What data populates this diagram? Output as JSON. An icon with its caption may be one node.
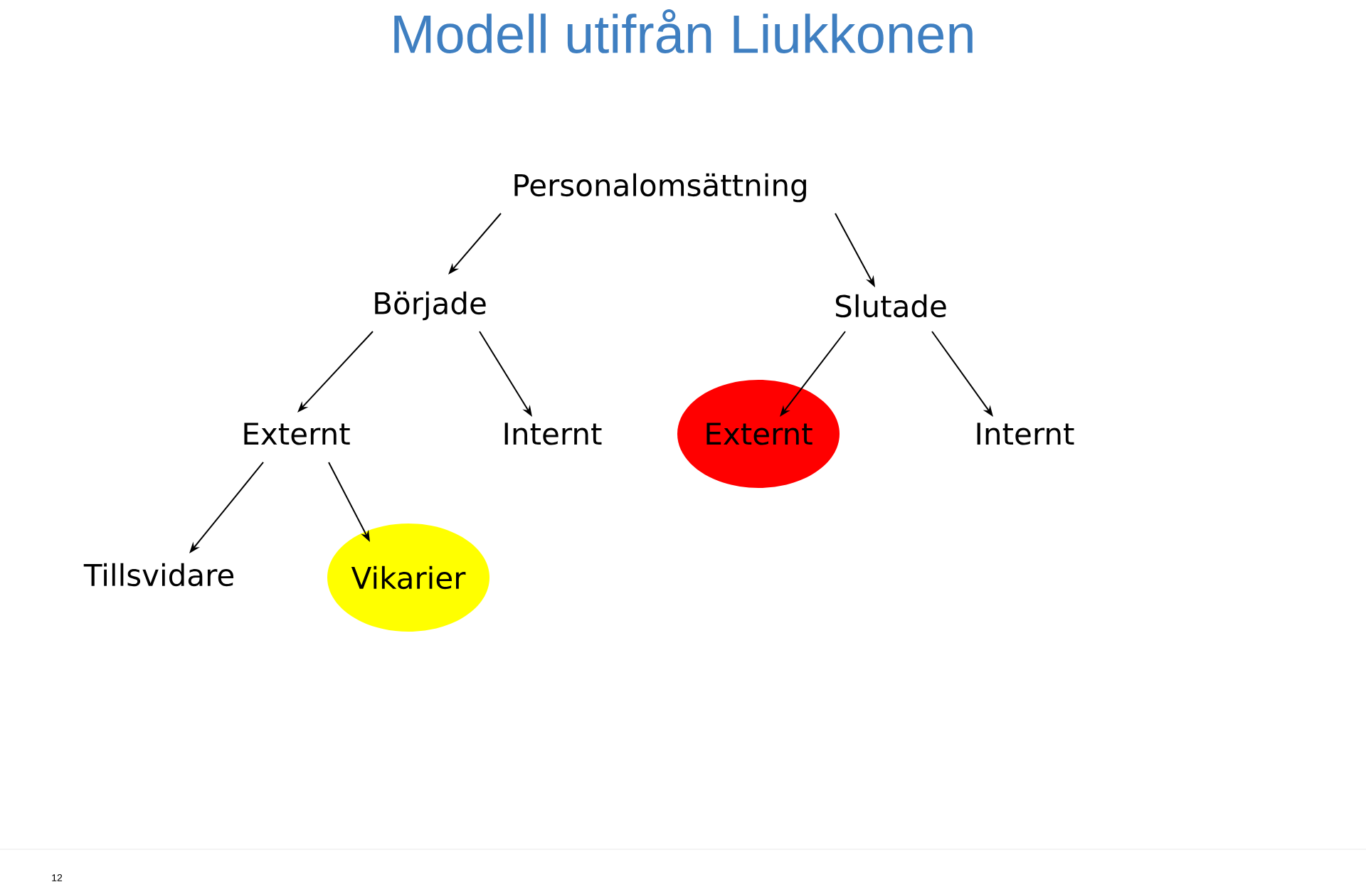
{
  "diagram": {
    "title": "Modell utifrån Liukkonen",
    "nodes": [
      {
        "text": [
          "Personalomsättning"
        ]
      },
      {
        "text": [
          "Började"
        ]
      },
      {
        "text": [
          "Slutade"
        ]
      },
      {
        "text": [
          "Externt"
        ]
      },
      {
        "text": [
          "Internt"
        ]
      },
      {
        "text": [
          "Externt"
        ]
      },
      {
        "text": [
          "Internt"
        ]
      },
      {
        "text": [
          "Tillsvidare"
        ]
      },
      {
        "text": [
          "Vikarier"
        ]
      }
    ],
    "edges": [
      {
        "from": 0,
        "to": 1,
        "arrow": "to"
      },
      {
        "from": 0,
        "to": 2,
        "arrow": "to"
      },
      {
        "from": 1,
        "to": 3,
        "arrow": "to"
      },
      {
        "from": 1,
        "to": 4,
        "arrow": "to"
      },
      {
        "from": 2,
        "to": 5,
        "arrow": "to"
      },
      {
        "from": 2,
        "to": 6,
        "arrow": "to"
      },
      {
        "from": 3,
        "to": 7,
        "arrow": "to"
      },
      {
        "from": 3,
        "to": 8,
        "arrow": "to"
      }
    ],
    "labels": [
      "12"
    ]
  }
}
